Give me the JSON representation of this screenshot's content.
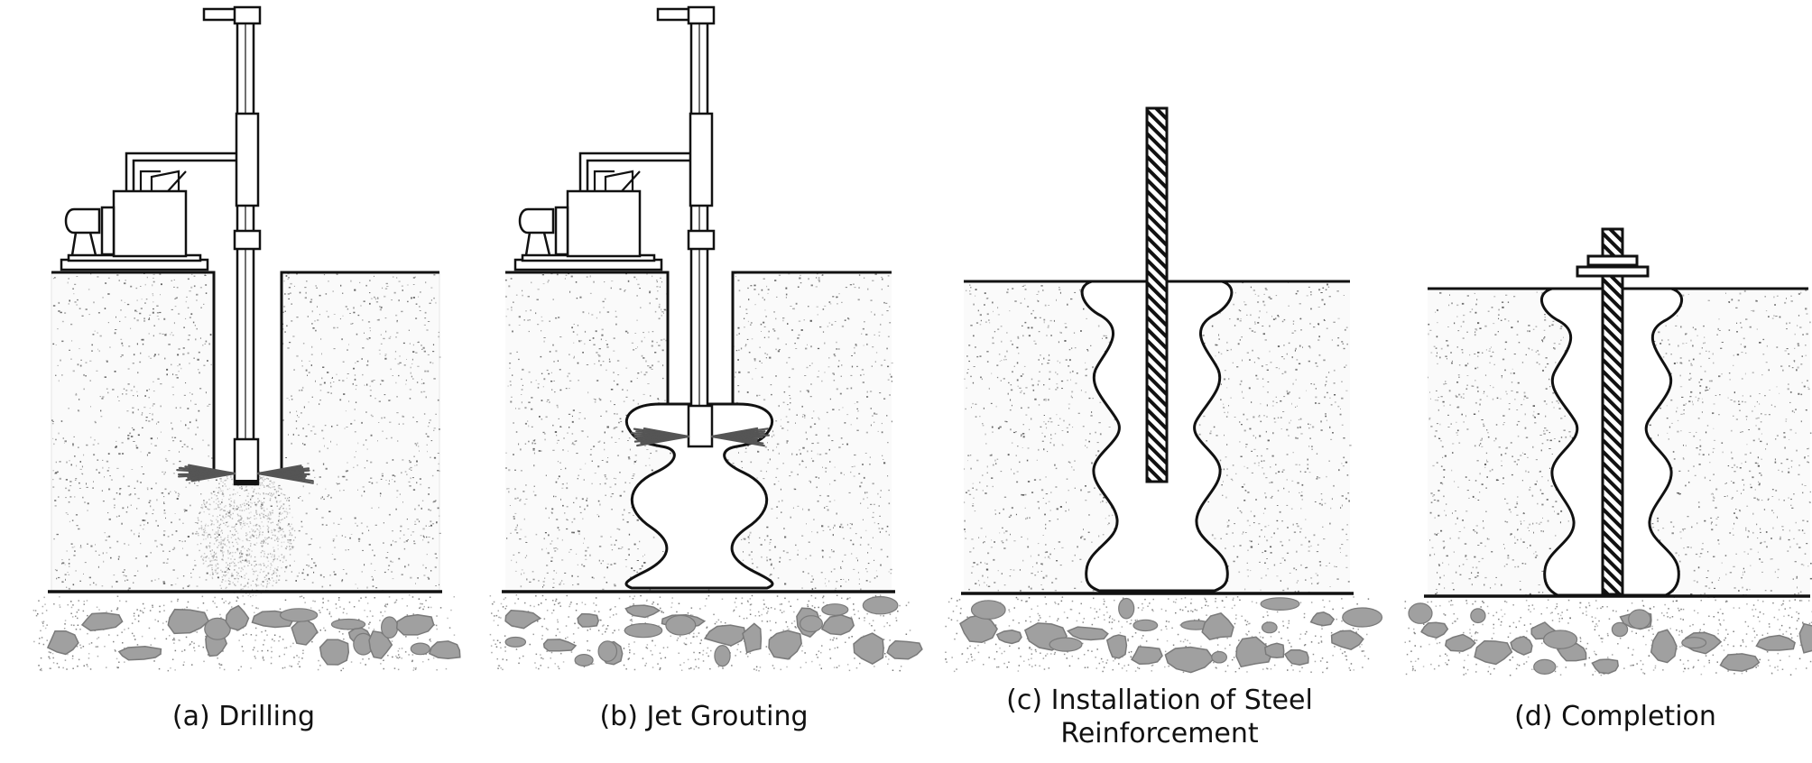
{
  "panels": [
    {
      "id": "a",
      "caption": "(a) Drilling"
    },
    {
      "id": "b",
      "caption": "(b) Jet Grouting"
    },
    {
      "id": "c",
      "caption_line1": "(c) Installation of Steel",
      "caption_line2": "Reinforcement"
    },
    {
      "id": "d",
      "caption": "(d) Completion"
    }
  ],
  "colors": {
    "ink": "#111111",
    "soil_speckle": "#555555",
    "rock": "#a0a0a0",
    "rock_outline": "#7a7a7a",
    "grout": "#ffffff"
  }
}
